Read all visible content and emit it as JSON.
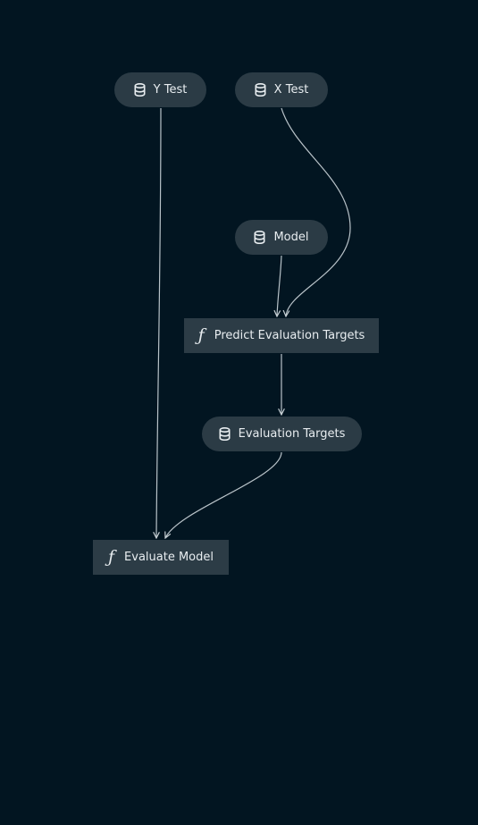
{
  "nodes": {
    "y_test": {
      "label": "Y Test",
      "kind": "dataset",
      "icon": "database-icon"
    },
    "x_test": {
      "label": "X Test",
      "kind": "dataset",
      "icon": "database-icon"
    },
    "model": {
      "label": "Model",
      "kind": "dataset",
      "icon": "database-icon"
    },
    "predict": {
      "label": "Predict Evaluation Targets",
      "kind": "function",
      "icon": "function-icon"
    },
    "eval_targets": {
      "label": "Evaluation Targets",
      "kind": "dataset",
      "icon": "database-icon"
    },
    "evaluate": {
      "label": "Evaluate Model",
      "kind": "function",
      "icon": "function-icon"
    }
  },
  "edges": [
    {
      "from": "y_test",
      "to": "evaluate"
    },
    {
      "from": "x_test",
      "to": "predict"
    },
    {
      "from": "model",
      "to": "predict"
    },
    {
      "from": "predict",
      "to": "eval_targets"
    },
    {
      "from": "eval_targets",
      "to": "evaluate"
    }
  ],
  "colors": {
    "background": "#021521",
    "node": "#2b3b45",
    "text": "#e8edf0",
    "edge": "#b9c3c9"
  }
}
